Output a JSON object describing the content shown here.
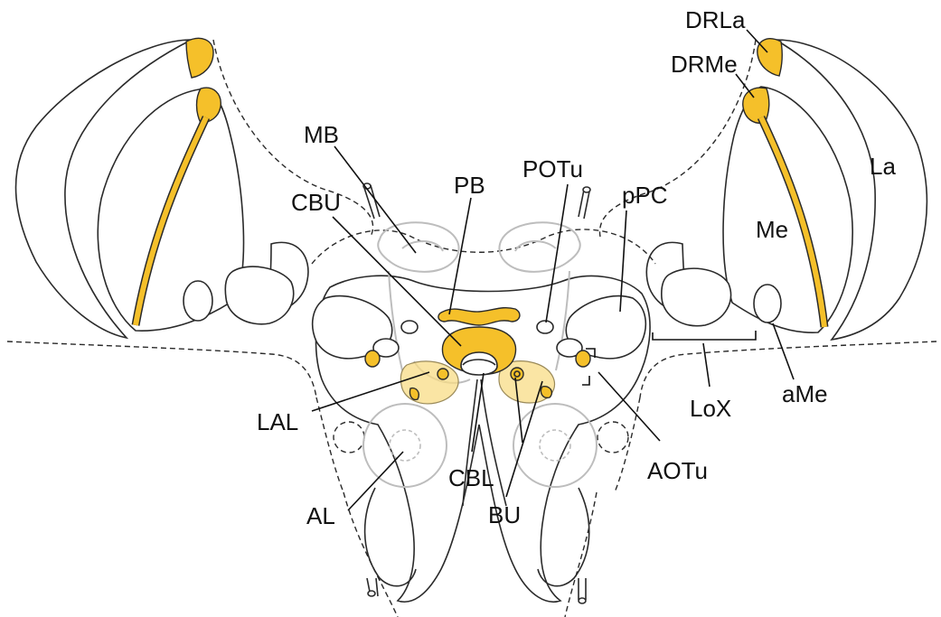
{
  "colors": {
    "highlight": "#f5c02a",
    "highlight_light": "#f8dc86",
    "outline": "#2a2a2a",
    "ghost": "#bdbdbd"
  },
  "labels": {
    "drla": "DRLa",
    "drme": "DRMe",
    "la": "La",
    "me": "Me",
    "mb": "MB",
    "cbu": "CBU",
    "pb": "PB",
    "potu": "POTu",
    "ppc": "pPC",
    "lal": "LAL",
    "al": "AL",
    "cbl": "CBL",
    "bu": "BU",
    "aotu": "AOTu",
    "lox": "LoX",
    "ame": "aMe"
  }
}
